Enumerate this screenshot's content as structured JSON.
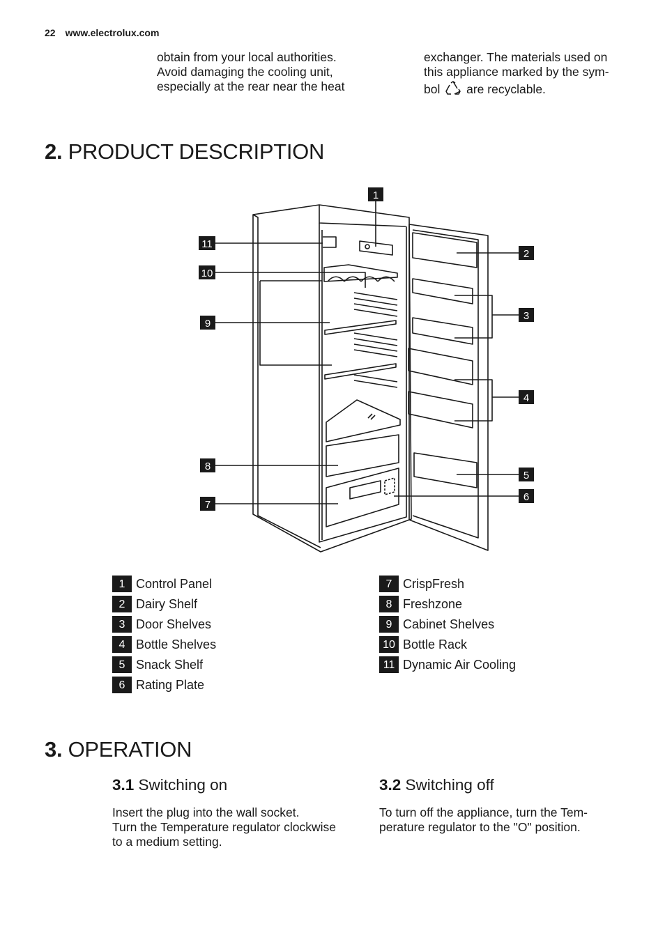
{
  "header": {
    "page_number": "22",
    "site": "www.electrolux.com"
  },
  "intro": {
    "col1": [
      "obtain from your local authorities.",
      "Avoid damaging the cooling unit,",
      "especially at the rear near the heat"
    ],
    "col2": [
      "exchanger. The materials used on",
      "this appliance marked by the sym-"
    ],
    "col2_last_before": "bol",
    "col2_last_after": "are recyclable.",
    "symbol_icon": "recycle-icon"
  },
  "section2": {
    "number": "2.",
    "title": "PRODUCT DESCRIPTION"
  },
  "diagram": {
    "callouts": [
      "1",
      "2",
      "3",
      "4",
      "5",
      "6",
      "7",
      "8",
      "9",
      "10",
      "11"
    ]
  },
  "legend": {
    "left": [
      {
        "num": "1",
        "label": "Control Panel"
      },
      {
        "num": "2",
        "label": "Dairy Shelf"
      },
      {
        "num": "3",
        "label": "Door Shelves"
      },
      {
        "num": "4",
        "label": "Bottle Shelves"
      },
      {
        "num": "5",
        "label": "Snack Shelf"
      },
      {
        "num": "6",
        "label": "Rating Plate"
      }
    ],
    "right": [
      {
        "num": "7",
        "label": "CrispFresh"
      },
      {
        "num": "8",
        "label": "Freshzone"
      },
      {
        "num": "9",
        "label": "Cabinet Shelves"
      },
      {
        "num": "10",
        "label": "Bottle Rack"
      },
      {
        "num": "11",
        "label": "Dynamic Air Cooling"
      }
    ]
  },
  "section3": {
    "number": "3.",
    "title": "OPERATION"
  },
  "sub31": {
    "number": "3.1",
    "title": "Switching on",
    "lines": [
      "Insert the plug into the wall socket.",
      "Turn the Temperature regulator clockwise",
      "to a medium setting."
    ]
  },
  "sub32": {
    "number": "3.2",
    "title": "Switching off",
    "lines": [
      "To turn off the appliance, turn the Tem-",
      "perature regulator to the \"O\" position."
    ]
  }
}
